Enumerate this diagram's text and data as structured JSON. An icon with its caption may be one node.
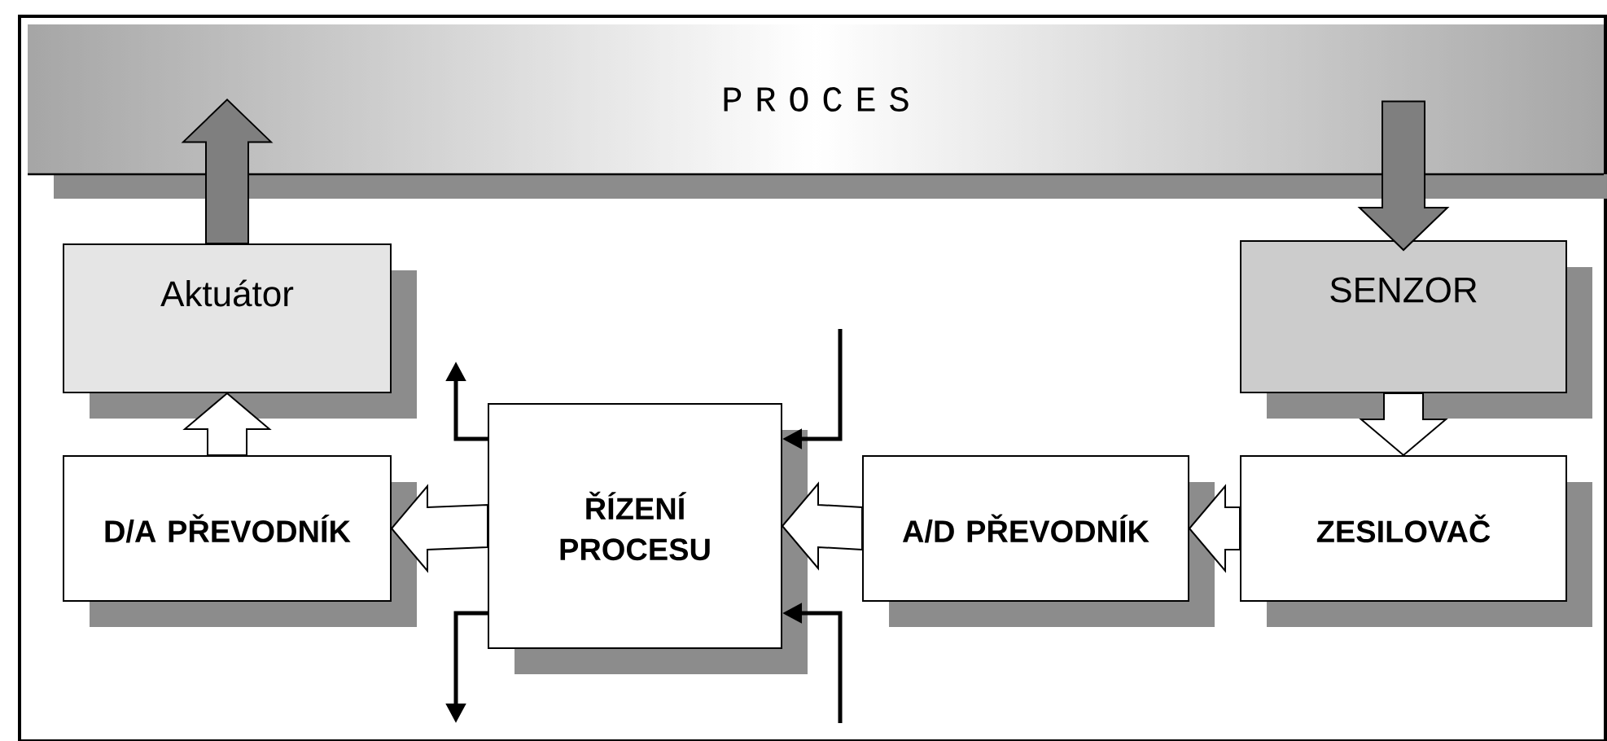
{
  "diagram": {
    "nodes": [
      {
        "text": [
          "P R O C E S"
        ]
      },
      {
        "text": [
          "Aktuátor"
        ]
      },
      {
        "text": [
          "SENZOR"
        ]
      },
      {
        "text": [
          "D/A PŘEVODNÍK"
        ]
      },
      {
        "text": [
          "ŘÍZENÍ PROCESU"
        ]
      },
      {
        "text": [
          "A/D PŘEVODNÍK"
        ]
      },
      {
        "text": [
          "ZESILOVAČ"
        ]
      }
    ],
    "edges": [
      {
        "from": 1,
        "to": 0,
        "arrow": "to",
        "color": "#7f7f7f"
      },
      {
        "from": 0,
        "to": 2,
        "arrow": "to",
        "color": "#7f7f7f"
      },
      {
        "from": 2,
        "to": 6,
        "arrow": "to"
      },
      {
        "from": 6,
        "to": 5,
        "arrow": "to"
      },
      {
        "from": 5,
        "to": 4,
        "arrow": "to"
      },
      {
        "from": 4,
        "to": 3,
        "arrow": "to"
      },
      {
        "from": 3,
        "to": 1,
        "arrow": "to"
      },
      {
        "from": 4,
        "to": null,
        "arrow": "to"
      },
      {
        "from": 4,
        "to": null,
        "arrow": "to"
      },
      {
        "from": null,
        "to": 4,
        "arrow": "to"
      },
      {
        "from": null,
        "to": 4,
        "arrow": "to"
      }
    ]
  }
}
